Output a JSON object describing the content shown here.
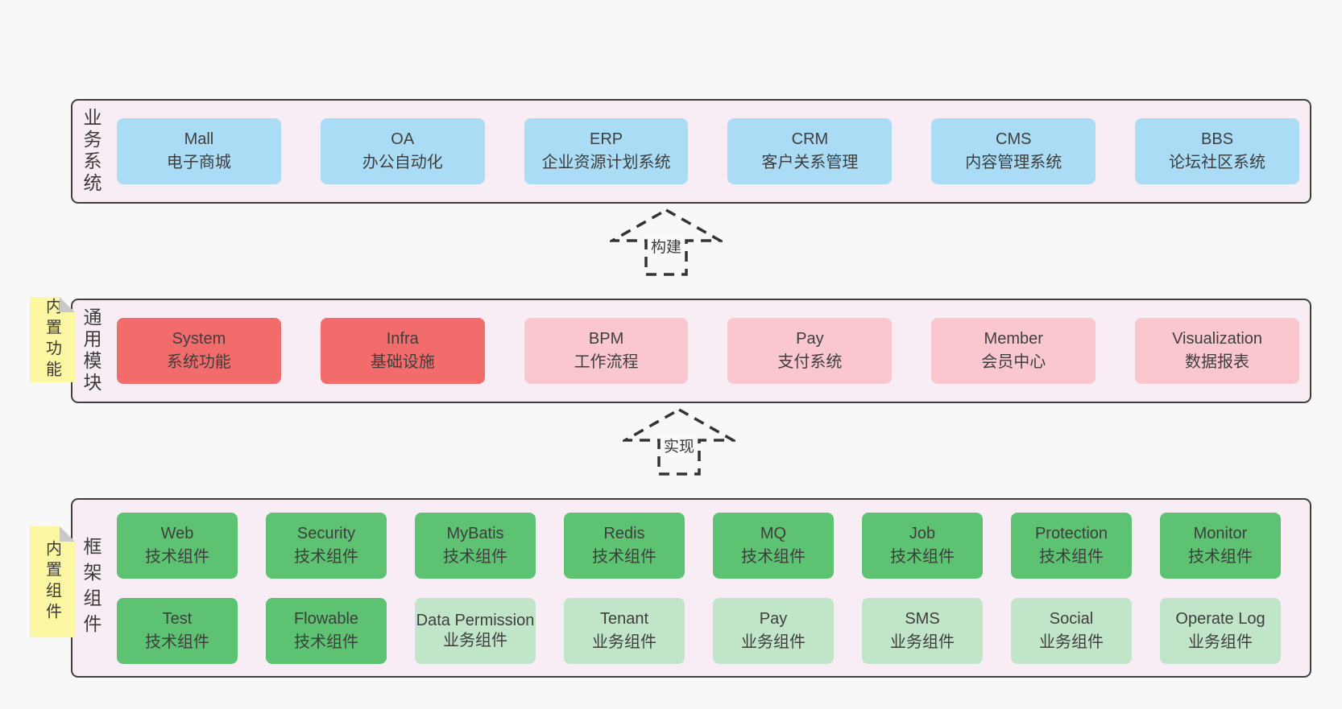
{
  "colors": {
    "page_bg": "#f8f8f8",
    "layer_bg": "#f8edf5",
    "layer_border": "#3f3f3f",
    "blue_box": "#aadcf5",
    "red_box": "#f26c6c",
    "pink_box": "#fac7cf",
    "green_box": "#5dc271",
    "light_green_box": "#c1e5c8",
    "note_yellow": "#fbf7a2",
    "text": "#3e3e3e"
  },
  "arrows": {
    "build": "构建",
    "implement": "实现"
  },
  "layers": {
    "business": {
      "side_label": "业务系统",
      "boxes": [
        {
          "name": "Mall",
          "desc": "电子商城"
        },
        {
          "name": "OA",
          "desc": "办公自动化"
        },
        {
          "name": "ERP",
          "desc": "企业资源计划系统"
        },
        {
          "name": "CRM",
          "desc": "客户关系管理"
        },
        {
          "name": "CMS",
          "desc": "内容管理系统"
        },
        {
          "name": "BBS",
          "desc": "论坛社区系统"
        }
      ]
    },
    "modules": {
      "side_label": "通用模块",
      "note": "内置功能",
      "boxes": [
        {
          "name": "System",
          "desc": "系统功能",
          "type": "red"
        },
        {
          "name": "Infra",
          "desc": "基础设施",
          "type": "red"
        },
        {
          "name": "BPM",
          "desc": "工作流程",
          "type": "pink"
        },
        {
          "name": "Pay",
          "desc": "支付系统",
          "type": "pink"
        },
        {
          "name": "Member",
          "desc": "会员中心",
          "type": "pink"
        },
        {
          "name": "Visualization",
          "desc": "数据报表",
          "type": "pink"
        }
      ]
    },
    "components": {
      "side_label": "框架组件",
      "note": "内置组件",
      "row1": [
        {
          "name": "Web",
          "desc": "技术组件",
          "type": "green"
        },
        {
          "name": "Security",
          "desc": "技术组件",
          "type": "green"
        },
        {
          "name": "MyBatis",
          "desc": "技术组件",
          "type": "green"
        },
        {
          "name": "Redis",
          "desc": "技术组件",
          "type": "green"
        },
        {
          "name": "MQ",
          "desc": "技术组件",
          "type": "green"
        },
        {
          "name": "Job",
          "desc": "技术组件",
          "type": "green"
        },
        {
          "name": "Protection",
          "desc": "技术组件",
          "type": "green"
        },
        {
          "name": "Monitor",
          "desc": "技术组件",
          "type": "green"
        }
      ],
      "row2": [
        {
          "name": "Test",
          "desc": "技术组件",
          "type": "green"
        },
        {
          "name": "Flowable",
          "desc": "技术组件",
          "type": "green"
        },
        {
          "name": "Data Permission",
          "desc": "业务组件",
          "type": "light-green"
        },
        {
          "name": "Tenant",
          "desc": "业务组件",
          "type": "light-green"
        },
        {
          "name": "Pay",
          "desc": "业务组件",
          "type": "light-green"
        },
        {
          "name": "SMS",
          "desc": "业务组件",
          "type": "light-green"
        },
        {
          "name": "Social",
          "desc": "业务组件",
          "type": "light-green"
        },
        {
          "name": "Operate Log",
          "desc": "业务组件",
          "type": "light-green"
        }
      ]
    }
  }
}
